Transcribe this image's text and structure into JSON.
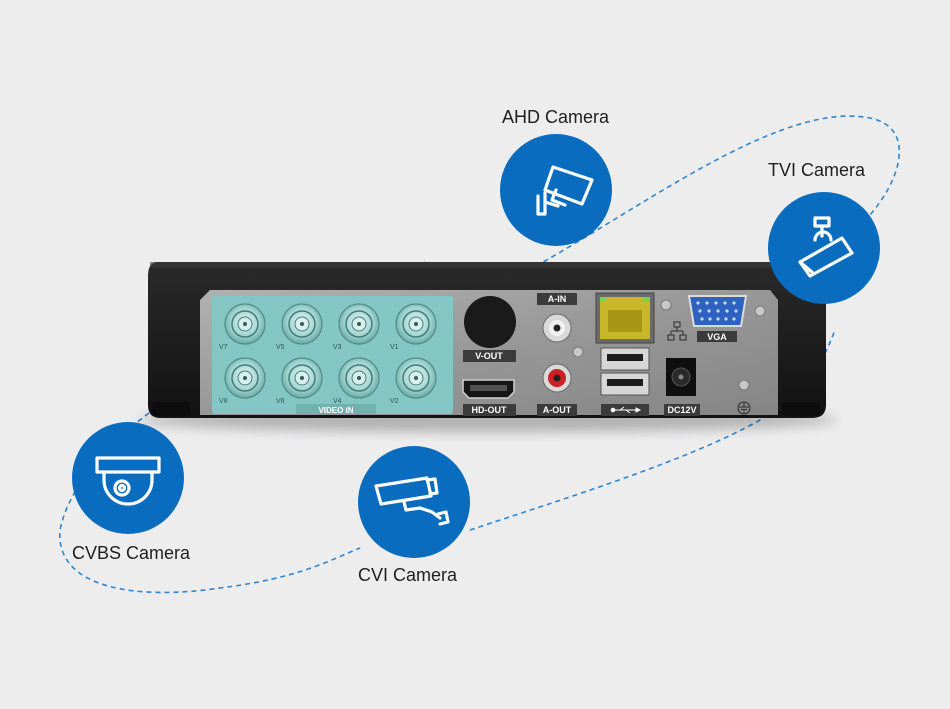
{
  "cameras": {
    "ahd": {
      "label": "AHD Camera",
      "icon": "bullet-camera-wall-mount-icon"
    },
    "tvi": {
      "label": "TVI Camera",
      "icon": "bullet-camera-ceiling-mount-icon"
    },
    "cvbs": {
      "label": "CVBS Camera",
      "icon": "dome-camera-icon"
    },
    "cvi": {
      "label": "CVI Camera",
      "icon": "box-camera-icon"
    }
  },
  "dvr": {
    "video_in_label": "VIDEO IN",
    "video_channels_top": [
      "V7",
      "V5",
      "V3",
      "V1"
    ],
    "video_channels_bottom": [
      "V8",
      "V6",
      "V4",
      "V2"
    ],
    "ports": {
      "v_out": "V-OUT",
      "hd_out": "HD-OUT",
      "a_in": "A-IN",
      "a_out": "A-OUT",
      "vga": "VGA",
      "dc": "DC12V"
    }
  },
  "colors": {
    "camera_circle": "#0a6cbf",
    "dashed_path": "#2e86d1",
    "bnc_panel": "#83c6c3",
    "chassis": "#1c1c1d",
    "back_panel": "#9a9a9b",
    "vga_port": "#2d62c0",
    "ethernet_port": "#c9b72a"
  }
}
